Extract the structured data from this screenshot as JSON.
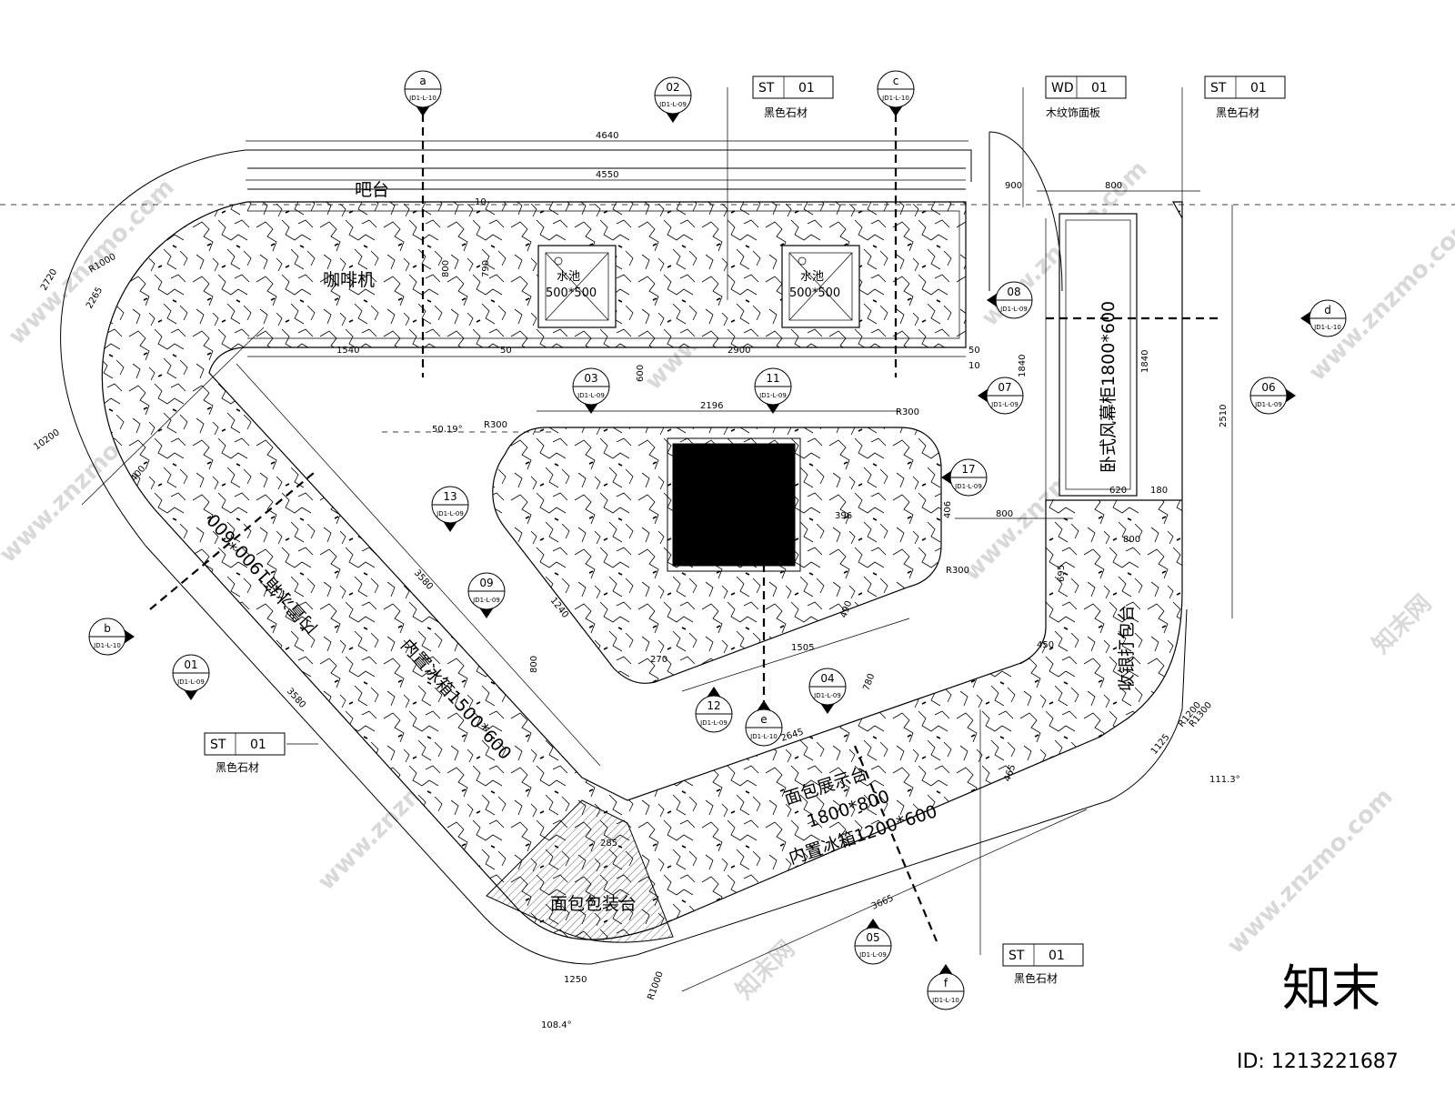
{
  "labels": {
    "bar_counter": "吧台",
    "coffee_machine": "咖啡机",
    "sink_left_name": "水池",
    "sink_left_size": "500*500",
    "sink_right_name": "水池",
    "sink_right_size": "500*500",
    "fridge_horizontal": "卧式风幕柜1800*600",
    "cashier": "收银打包台",
    "bread_display": "面包展示台",
    "bread_display_size": "1800*800",
    "built_in_fridge_right": "内置冰箱1200*600",
    "built_in_fridge_a": "内置冰箱1900*600",
    "built_in_fridge_b": "内置冰箱1500*600",
    "packing_table": "面包包装台"
  },
  "material_tags": [
    {
      "code": "ST",
      "num": "01",
      "desc": "黑色石材"
    },
    {
      "code": "WD",
      "num": "01",
      "desc": "木纹饰面板"
    },
    {
      "code": "ST",
      "num": "01",
      "desc": "黑色石材"
    },
    {
      "code": "ST",
      "num": "01",
      "desc": "黑色石材"
    },
    {
      "code": "ST",
      "num": "01",
      "desc": "黑色石材"
    }
  ],
  "section_markers": [
    {
      "letter": "a",
      "ref": "JD1-L-10"
    },
    {
      "letter": "c",
      "ref": "JD1-L-10"
    },
    {
      "letter": "d",
      "ref": "JD1-L-10"
    },
    {
      "letter": "b",
      "ref": "JD1-L-10"
    },
    {
      "letter": "e",
      "ref": "JD1-L-10"
    },
    {
      "letter": "f",
      "ref": "JD1-L-10"
    }
  ],
  "elevation_markers": [
    {
      "num": "02",
      "ref": "JD1-L-09"
    },
    {
      "num": "08",
      "ref": "JD1-L-09"
    },
    {
      "num": "03",
      "ref": "JD1-L-09"
    },
    {
      "num": "11",
      "ref": "JD1-L-09"
    },
    {
      "num": "07",
      "ref": "JD1-L-09"
    },
    {
      "num": "06",
      "ref": "JD1-L-09"
    },
    {
      "num": "13",
      "ref": "JD1-L-09"
    },
    {
      "num": "17",
      "ref": "JD1-L-09"
    },
    {
      "num": "09",
      "ref": "JD1-L-09"
    },
    {
      "num": "01",
      "ref": "JD1-L-09"
    },
    {
      "num": "04",
      "ref": "JD1-L-09"
    },
    {
      "num": "12",
      "ref": "JD1-L-09"
    },
    {
      "num": "05",
      "ref": "JD1-L-09"
    }
  ],
  "dimensions": {
    "top_total": "4640",
    "top_inner": "4550",
    "d900": "900",
    "d800": "800",
    "d1540": "1540",
    "d2900": "2900",
    "d50a": "50",
    "d50b": "50",
    "d10a": "10",
    "d10b": "10",
    "d800v": "800",
    "d790": "790",
    "d600": "600",
    "d2196": "2196",
    "d1840a": "1840",
    "d1840b": "1840",
    "d2510": "2510",
    "d620": "620",
    "d180": "180",
    "d800h": "800",
    "d800c": "800",
    "d695": "695",
    "d450": "450",
    "r300a": "R300",
    "r300b": "R300",
    "r300c": "R300",
    "d396": "396",
    "d406": "406",
    "d1240": "1240",
    "d1505": "1505",
    "d3580a": "3580",
    "d3580b": "3580",
    "d2645": "2645",
    "d3665": "3665",
    "d1250": "1250",
    "r1200": "R1200",
    "r1000": "R1000",
    "r1300": "R1300",
    "d1125": "1125",
    "d400": "400",
    "d2720": "2720",
    "d2265": "2265",
    "r1000b": "R1000",
    "d10200": "10200",
    "a112": "111.3°",
    "a108": "108.4°",
    "a50": "50.19°",
    "d285": "285",
    "d270": "270",
    "d800d": "800",
    "d490": "490",
    "d465": "465",
    "d780": "780"
  },
  "watermark": {
    "brand": "知末",
    "site": "www.znzmo.com",
    "site_cn": "知末网",
    "id": "ID: 1213221687"
  }
}
